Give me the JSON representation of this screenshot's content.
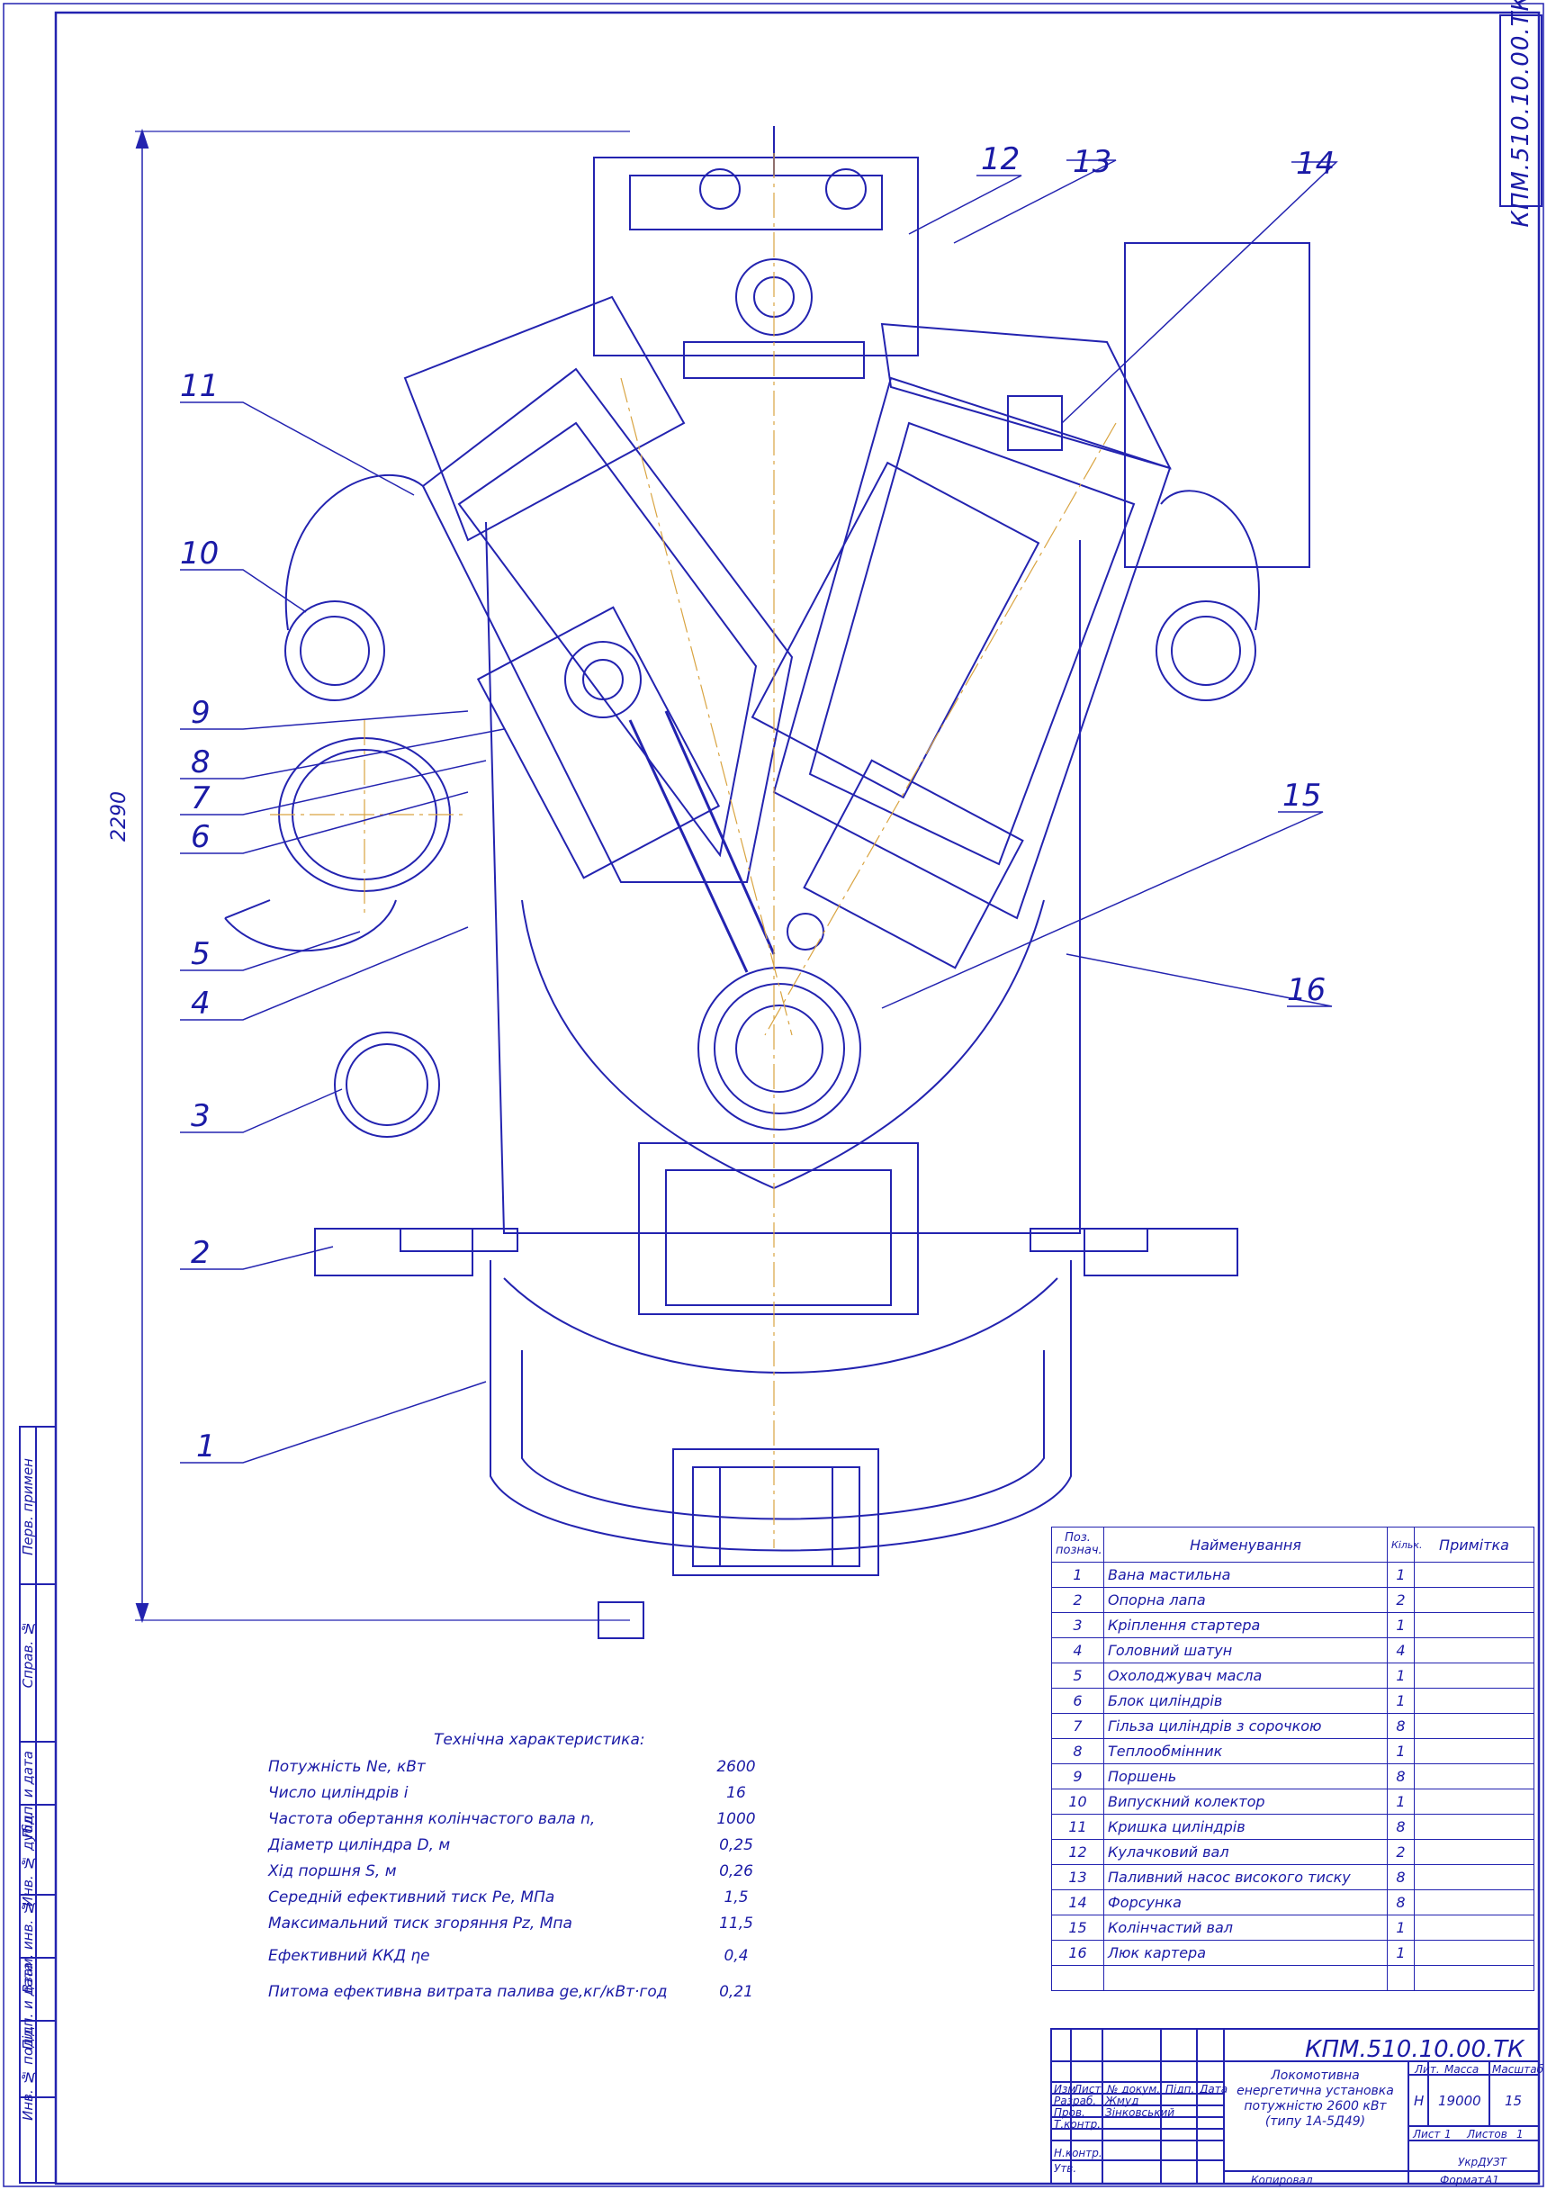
{
  "drawing_code": "КПМ.510.10.00.ТК",
  "side_stamp": {
    "perv_primen": "Перв. примен",
    "sprav_no": "Справ. №",
    "podp_data_1": "Підп. и дата",
    "inv_dubl": "Инв. № дубл.",
    "vzam_inv": "Взам. инв. №",
    "podp_data_2": "Підп. и дата",
    "inv_podl": "Инв. № подл."
  },
  "dimension_overall": "2290",
  "callouts": [
    "1",
    "2",
    "3",
    "4",
    "5",
    "6",
    "7",
    "8",
    "9",
    "10",
    "11",
    "12",
    "13",
    "14",
    "15",
    "16"
  ],
  "tech_spec": {
    "title": "Технічна характеристика:",
    "rows": [
      {
        "label": "Потужність Ne, кВт",
        "value": "2600"
      },
      {
        "label": "Число циліндрів i",
        "value": "16"
      },
      {
        "label": "Частота обертання колінчастого вала n,",
        "value": "1000"
      },
      {
        "label": "Діаметр циліндра D, м",
        "value": "0,25"
      },
      {
        "label": "Хід поршня S, м",
        "value": "0,26"
      },
      {
        "label": "Середній ефективний тиск Pe, МПа",
        "value": "1,5"
      },
      {
        "label": "Максимальний тиск згоряння Pz, Мпа",
        "value": "11,5"
      },
      {
        "label": "Ефективний ККД ηe",
        "value": "0,4"
      },
      {
        "label": "Питома ефективна витрата палива ge,кг/кВт·год",
        "value": "0,21"
      }
    ]
  },
  "parts_table": {
    "headers": {
      "pos": "Поз. познач.",
      "name": "Найменування",
      "qty": "Кільк.",
      "note": "Примітка"
    },
    "rows": [
      {
        "pos": "1",
        "name": "Вана мастильна",
        "qty": "1"
      },
      {
        "pos": "2",
        "name": "Опорна лапа",
        "qty": "2"
      },
      {
        "pos": "3",
        "name": "Кріплення стартера",
        "qty": "1"
      },
      {
        "pos": "4",
        "name": "Головний шатун",
        "qty": "4"
      },
      {
        "pos": "5",
        "name": "Охолоджувач масла",
        "qty": "1"
      },
      {
        "pos": "6",
        "name": "Блок циліндрів",
        "qty": "1"
      },
      {
        "pos": "7",
        "name": "Гільза циліндрів з сорочкою",
        "qty": "8"
      },
      {
        "pos": "8",
        "name": "Теплообмінник",
        "qty": "1"
      },
      {
        "pos": "9",
        "name": "Поршень",
        "qty": "8"
      },
      {
        "pos": "10",
        "name": "Випускний колектор",
        "qty": "1"
      },
      {
        "pos": "11",
        "name": "Кришка циліндрів",
        "qty": "8"
      },
      {
        "pos": "12",
        "name": "Кулачковий вал",
        "qty": "2"
      },
      {
        "pos": "13",
        "name": "Паливний насос високого тиску",
        "qty": "8"
      },
      {
        "pos": "14",
        "name": "Форсунка",
        "qty": "8"
      },
      {
        "pos": "15",
        "name": "Колінчастий вал",
        "qty": "1"
      },
      {
        "pos": "16",
        "name": "Люк картера",
        "qty": "1"
      }
    ]
  },
  "title_block": {
    "code": "КПМ.510.10.00.ТК",
    "title": "Локомотивна енергетична установка потужністю 2600 кВт (типу 1А-5Д49)",
    "cols": {
      "izm": "Изм",
      "list": "Лист",
      "doc_no": "№ докум.",
      "podp": "Підп.",
      "data": "Дата"
    },
    "roles": [
      {
        "role": "Разраб.",
        "name": "Жмуд"
      },
      {
        "role": "Пров.",
        "name": "Зінковський"
      },
      {
        "role": "Т.контр.",
        "name": ""
      },
      {
        "role": "Н.контр.",
        "name": ""
      },
      {
        "role": "Утв.",
        "name": ""
      }
    ],
    "lit_label": "Лит.",
    "mass_label": "Масса",
    "scale_label": "Масштаб",
    "lit_value": "Н",
    "mass_value": "19000",
    "scale_value": "15",
    "sheet_label": "Лист",
    "sheet_value": "1",
    "sheets_label": "Листов",
    "sheets_value": "1",
    "org": "УкрДУЗТ",
    "copied": "Копировал",
    "format_label": "Формат",
    "format_value": "А1"
  },
  "colors": {
    "lines": "#2323b0",
    "axis": "#d9a441"
  }
}
